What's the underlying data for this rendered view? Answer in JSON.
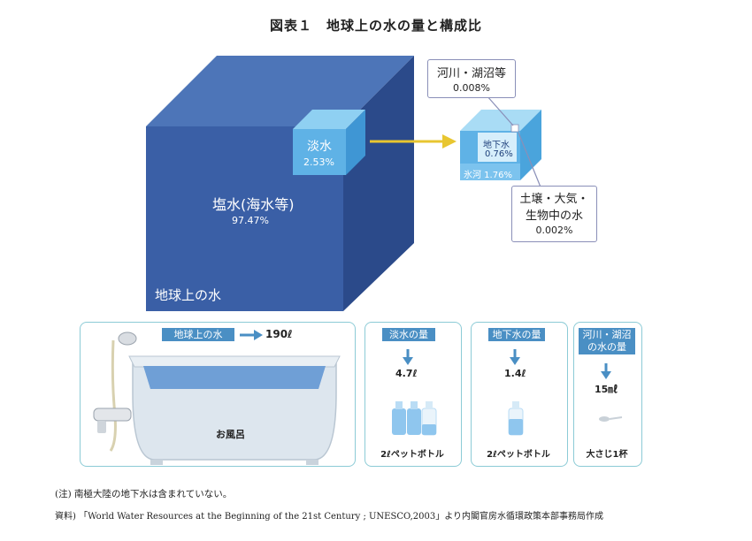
{
  "title": "図表１　地球上の水の量と構成比",
  "big_cube": {
    "label": "地球上の水",
    "salt_label": "塩水(海水等)",
    "salt_pct": "97.47%",
    "fresh_label": "淡水",
    "fresh_pct": "2.53%"
  },
  "small_cube": {
    "ground_label": "地下水",
    "ground_pct": "0.76%",
    "glacier": "氷河 1.76%"
  },
  "callout_river": {
    "label": "河川・湖沼等",
    "pct": "0.008%"
  },
  "callout_soil": {
    "line1": "土壌・大気・",
    "line2": "生物中の水",
    "pct": "0.002%"
  },
  "panels": {
    "bath": {
      "tag": "地球上の水",
      "amount": "190ℓ",
      "item": "お風呂"
    },
    "fresh": {
      "tag": "淡水の量",
      "amount": "4.7ℓ",
      "item": "2ℓペットボトル"
    },
    "ground": {
      "tag": "地下水の量",
      "amount": "1.4ℓ",
      "item": "2ℓペットボトル"
    },
    "river": {
      "tag1": "河川・湖沼",
      "tag2": "の水の量",
      "amount": "15㎖",
      "item": "大さじ1杯"
    }
  },
  "notes": {
    "note1": "(注) 南極大陸の地下水は含まれていない。",
    "note2": "資料) 「World Water Resources at the Beginning of the 21st Century ; UNESCO,2003」より内閣官房水循環政策本部事務局作成"
  },
  "colors": {
    "big_cube_front": "#3a5fa6",
    "big_cube_top": "#4d75b8",
    "big_cube_side": "#2b4a8a",
    "fresh_cube": "#5fb2e6",
    "arrow": "#e8c630",
    "panel_tag": "#4a8fc4"
  }
}
